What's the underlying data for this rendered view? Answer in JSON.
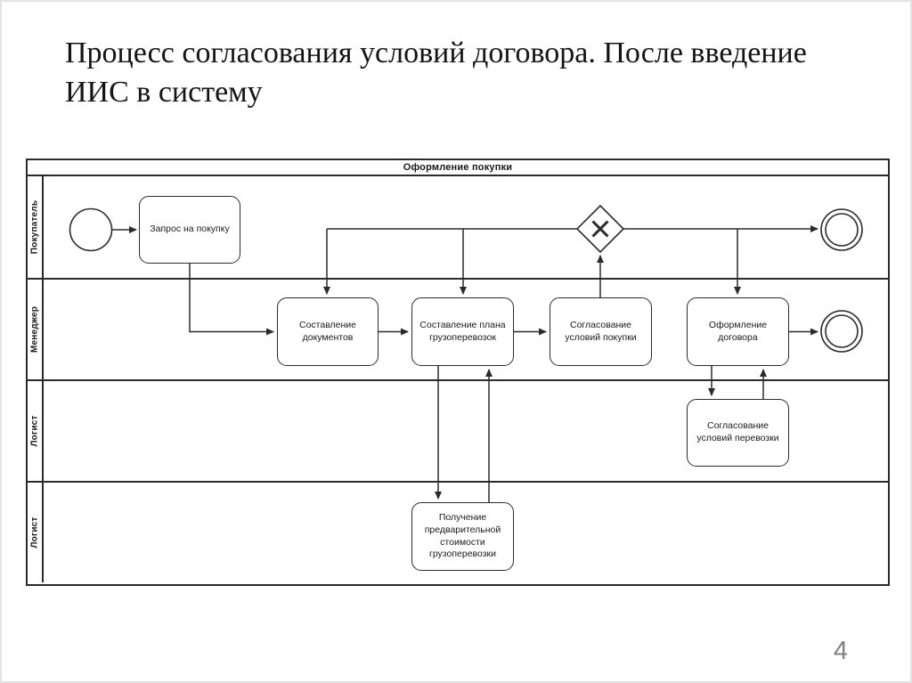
{
  "slide": {
    "title": "Процесс согласования условий договора. После введение ИИС в систему",
    "page_number": "4"
  },
  "diagram": {
    "type": "bpmn-swimlane",
    "pool_title": "Оформление покупки",
    "lanes": [
      {
        "label": "Покупатель"
      },
      {
        "label": "Менеджер"
      },
      {
        "label": "Логист"
      },
      {
        "label": "Логист"
      }
    ],
    "tasks": {
      "request": "Запрос на покупку",
      "docs": "Составление документов",
      "plan": "Составление плана грузоперевозок",
      "purchase_terms": "Согласование условий покупки",
      "contract": "Оформление договора",
      "transport_terms": "Согласование условий перевозки",
      "cost": "Получение предварительной стоимости грузоперевозки"
    },
    "events": {
      "start": "start-event",
      "end_buyer": "end-event",
      "end_manager": "end-event",
      "gateway": "exclusive-gateway-x"
    },
    "flows": [
      "start -> request",
      "request -> docs",
      "docs -> plan",
      "plan -> purchase_terms",
      "purchase_terms -> gateway",
      "gateway -> end_buyer",
      "gateway -> contract",
      "gateway -> plan",
      "gateway -> docs",
      "contract -> end_manager",
      "contract -> transport_terms",
      "transport_terms -> contract",
      "plan -> cost",
      "cost -> plan"
    ],
    "colors": {
      "stroke": "#2b2b2b",
      "background": "#ffffff",
      "slide_border": "#e3e3e3",
      "page_number": "#808080"
    }
  }
}
